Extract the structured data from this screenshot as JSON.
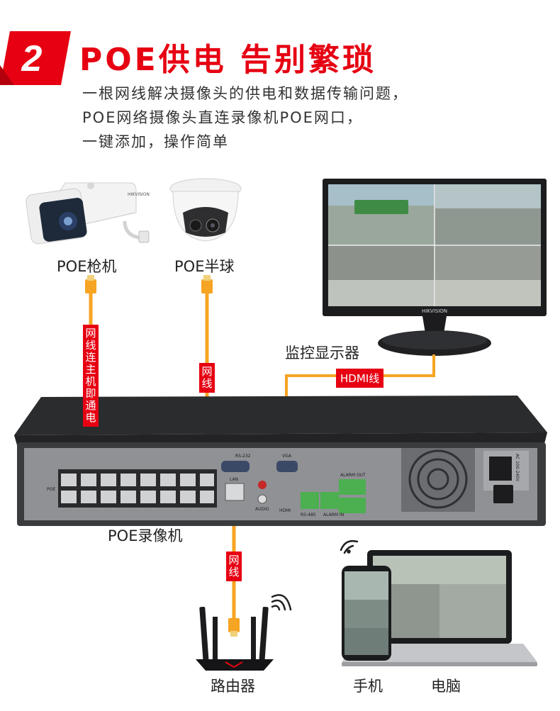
{
  "header": {
    "number": "2",
    "title": "POE供电  告别繁琐",
    "lines": [
      "一根网线解决摄像头的供电和数据传输问题，",
      "POE网络摄像头直连录像机POE网口，",
      "一键添加，操作简单"
    ]
  },
  "devices": {
    "bullet_camera": "POE枪机",
    "dome_camera": "POE半球",
    "monitor": "监控显示器",
    "nvr": "POE录像机",
    "router": "路由器",
    "phone": "手机",
    "computer": "电脑"
  },
  "cables": {
    "camera1_cable": "网线连主机即通电",
    "camera2_cable": "网线",
    "hdmi_cable": "HDMI线",
    "router_cable": "网线"
  },
  "nvr_panel": {
    "rs232": "RS-232",
    "vga": "VGA",
    "lan": "LAN",
    "audio": "AUDIO",
    "hdmi": "HDMI",
    "alarm_out": "ALARM OUT",
    "alarm_in": "ALARM IN",
    "rs485": "RS-485",
    "poe": "POE",
    "power": "AC 100-240V"
  },
  "brand": {
    "monitor_logo": "HIKVISION",
    "camera_logo": "HIKVISION"
  },
  "colors": {
    "accent_red": "#e60012",
    "cable_orange": "#f6a423",
    "nvr_body": "#3a3b3d"
  }
}
